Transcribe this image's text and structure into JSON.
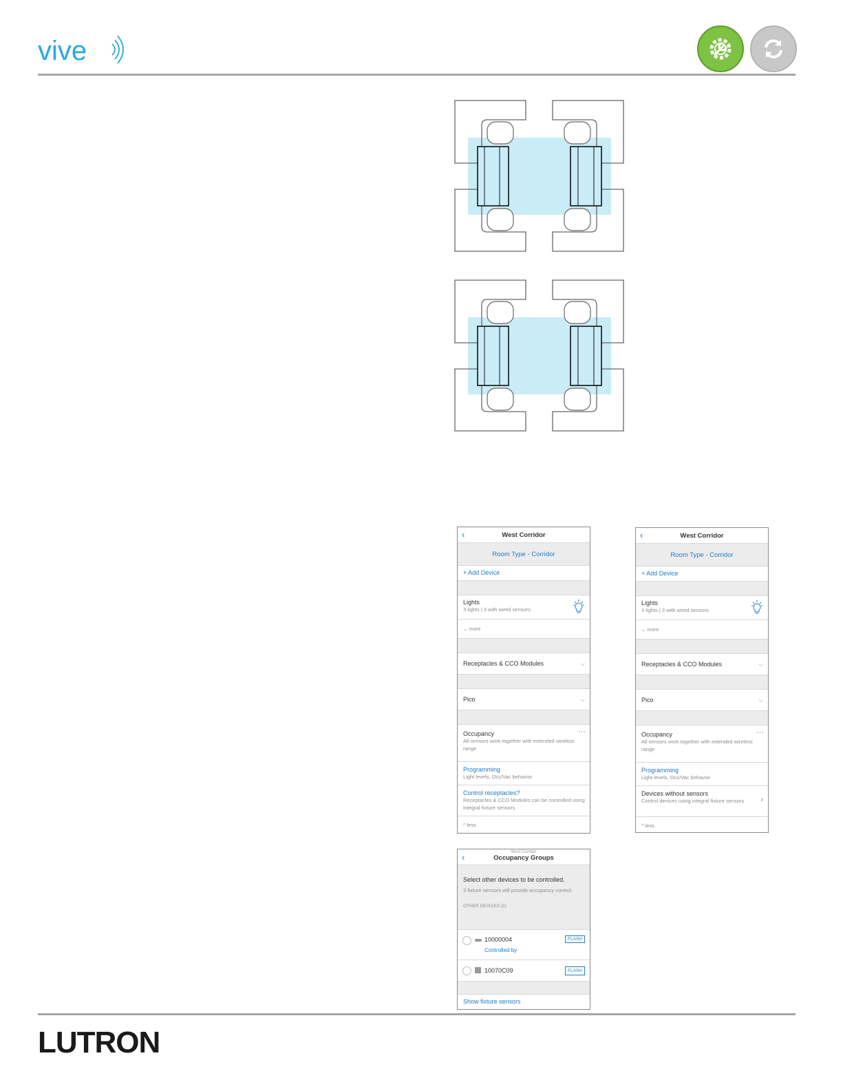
{
  "brand": {
    "vive": "vive",
    "footer_logo": "LUTRON"
  },
  "header_icons": {
    "settings": {
      "icon": "wrench-gear-icon",
      "color": "#7dc242"
    },
    "refresh": {
      "icon": "sync-icon",
      "color": "#c8c8c8"
    }
  },
  "colors": {
    "accent": "#1e7bc8",
    "coverage": "#c9ecf7",
    "rule": "#a6a6a6"
  },
  "screen1": {
    "title": "West Corridor",
    "room_type": "Room Type - Corridor",
    "add_device": "+ Add Device",
    "lights_label": "Lights",
    "lights_sub": "3 lights | 3 with wired sensors",
    "more": "more",
    "receptacles": "Receptacles & CCO Modules",
    "pico": "Pico",
    "occupancy": "Occupancy",
    "occupancy_sub": "All sensors work together with extended wireless range",
    "programming": "Programming",
    "programming_sub": "Light levels, Occ/Vac behavior",
    "control_receptacles": "Control receptacles?",
    "control_receptacles_sub": "Receptacles & CCO Modules can be controlled using integral fixture sensors",
    "less": "less"
  },
  "screen2": {
    "title": "West Corridor",
    "room_type": "Room Type - Corridor",
    "add_device": "+ Add Device",
    "lights_label": "Lights",
    "lights_sub": "3 lights | 3 with wired sensors",
    "more": "more",
    "receptacles": "Receptacles & CCO Modules",
    "pico": "Pico",
    "occupancy": "Occupancy",
    "occupancy_sub": "All sensors work together with extended wireless range",
    "programming": "Programming",
    "programming_sub": "Light levels, Occ/Vac behavior",
    "devices_without_sensors": "Devices without sensors",
    "devices_without_sensors_sub": "Control devices using integral fixture sensors",
    "less": "less"
  },
  "screen3": {
    "supertitle": "West Corridor",
    "title": "Occupancy Groups",
    "prompt": "Select other devices to be controlled.",
    "prompt_sub": "3 fixture sensors will provide occupancy control.",
    "section": "OTHER DEVICES (2)",
    "devices": [
      {
        "id": "10000004",
        "controlled_by": "Controlled by",
        "flash": "FLASH"
      },
      {
        "id": "10070C09",
        "flash": "FLASH"
      }
    ],
    "show_fixture_sensors": "Show fixture sensors"
  }
}
